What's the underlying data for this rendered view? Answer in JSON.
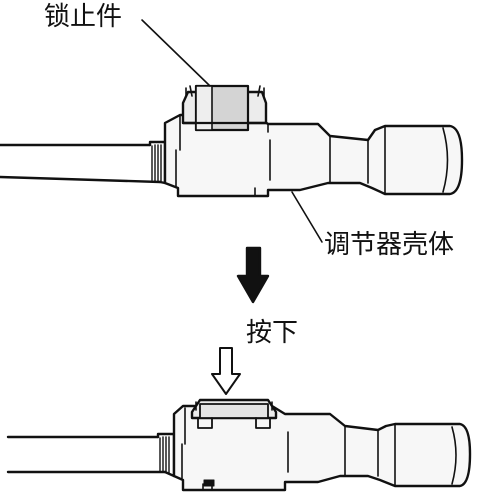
{
  "labels": {
    "lock_part": "锁止件",
    "regulator_housing": "调节器壳体",
    "press_down": "按下"
  },
  "colors": {
    "ink": "#111111",
    "fill_light": "#f2f2f2",
    "fill_lock": "#d4d4d4",
    "background": "#ffffff"
  }
}
